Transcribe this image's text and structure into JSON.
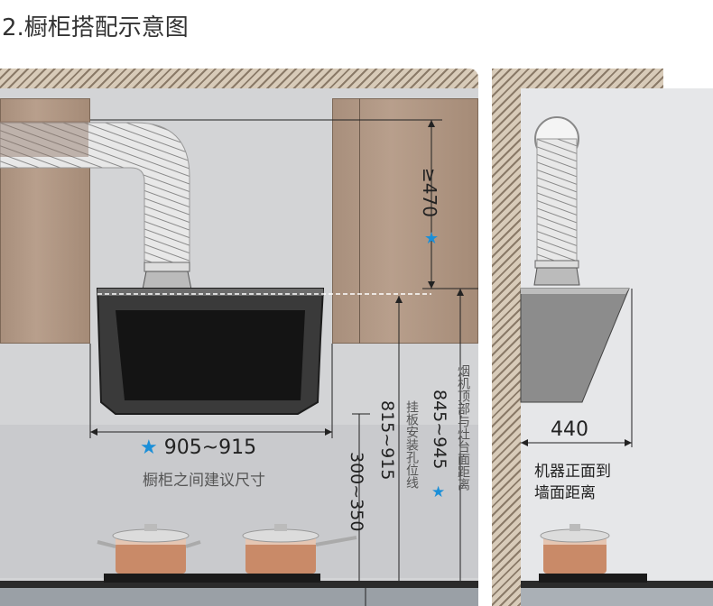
{
  "title": "2.橱柜搭配示意图",
  "left": {
    "height_label": "≥470",
    "width_value": "905~915",
    "width_caption": "橱柜之间建议尺寸",
    "dim_300": "300~350",
    "dim_815_value": "815~915",
    "dim_815_caption": "挂板安装孔位线",
    "dim_845_value": "845~945",
    "dim_845_caption": "烟机顶部与灶台面距离",
    "star_symbol": "★"
  },
  "right": {
    "depth_value": "440",
    "caption_line1": "机器正面到",
    "caption_line2": "墙面距离"
  },
  "colors": {
    "accent_star": "#1b8fd8",
    "cabinet": "#b0978a",
    "wall": "#d3d4d6"
  }
}
